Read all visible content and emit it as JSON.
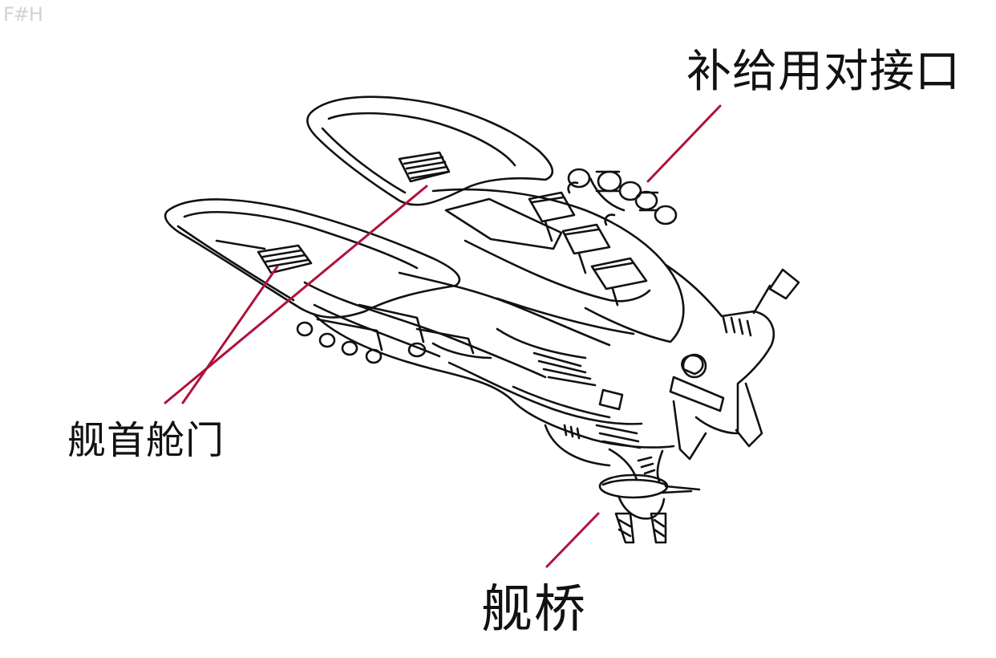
{
  "watermark": "F#H",
  "labels": {
    "dock": "补给用对接口",
    "hatch": "舰首舱门",
    "bridge": "舰桥"
  },
  "colors": {
    "line_art": "#111111",
    "leader": "#b0123c",
    "text": "#111111",
    "background": "#ffffff"
  }
}
